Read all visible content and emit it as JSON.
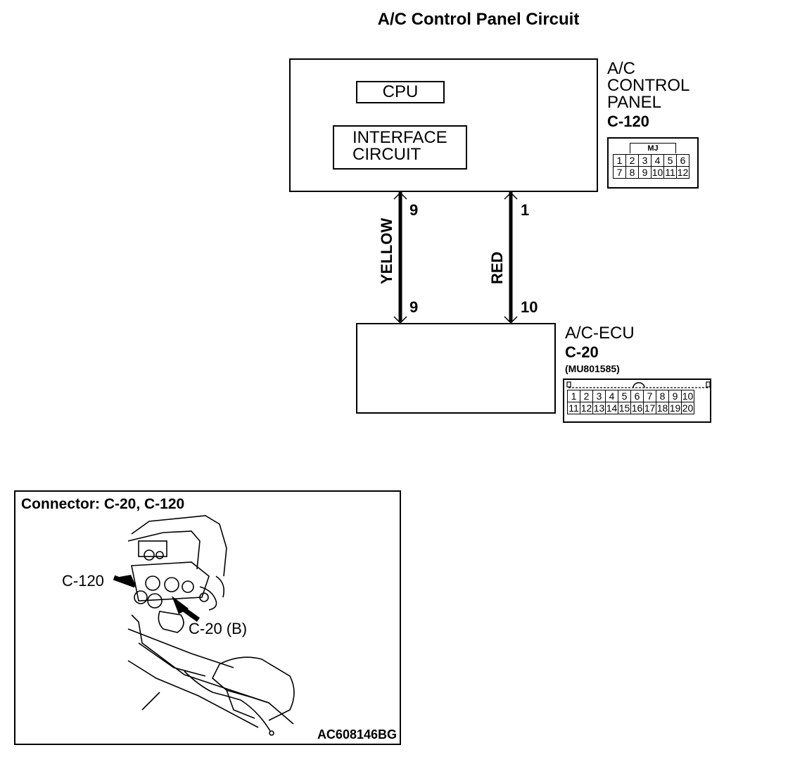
{
  "title": "A/C Control Panel Circuit",
  "control_panel": {
    "label_lines": [
      "A/C",
      "CONTROL",
      "PANEL"
    ],
    "connector_id": "C-120",
    "connector_key": "MJ",
    "pins_row1": [
      "1",
      "2",
      "3",
      "4",
      "5",
      "6"
    ],
    "pins_row2": [
      "7",
      "8",
      "9",
      "10",
      "11",
      "12"
    ],
    "cpu_label": "CPU",
    "interface_line1": "INTERFACE",
    "interface_line2": "CIRCUIT"
  },
  "wires": [
    {
      "color_label": "YELLOW",
      "pin_top": "9",
      "pin_bottom": "9"
    },
    {
      "color_label": "RED",
      "pin_top": "1",
      "pin_bottom": "10"
    }
  ],
  "ecu": {
    "label": "A/C-ECU",
    "connector_id": "C-20",
    "part_number": "(MU801585)",
    "pins_row1": [
      "1",
      "2",
      "3",
      "4",
      "5",
      "6",
      "7",
      "8",
      "9",
      "10"
    ],
    "pins_row2": [
      "11",
      "12",
      "13",
      "14",
      "15",
      "16",
      "17",
      "18",
      "19",
      "20"
    ]
  },
  "location": {
    "title": "Connector: C-20, C-120",
    "callout_c120": "C-120",
    "callout_c20": "C-20 (B)",
    "figure_code": "AC608146BG"
  }
}
